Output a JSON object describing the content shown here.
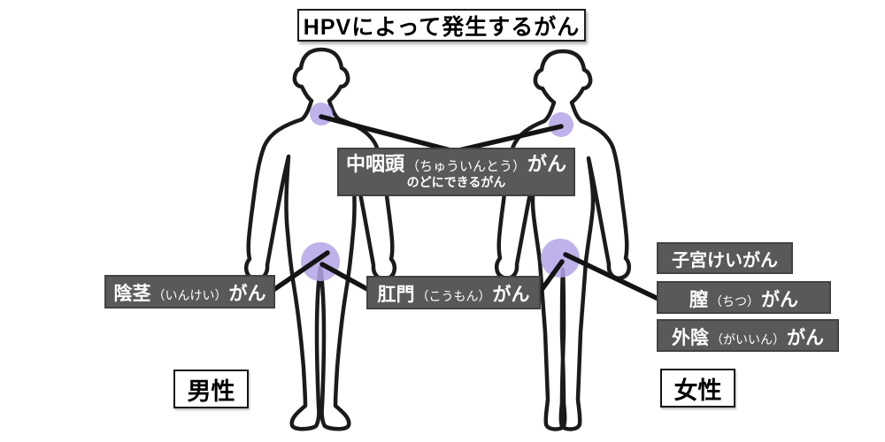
{
  "title": "HPVによって発生するがん",
  "figures": {
    "male": {
      "caption": "男性"
    },
    "female": {
      "caption": "女性"
    }
  },
  "labels": {
    "oropharynx": {
      "main": "中咽頭",
      "reading": "（ちゅういんとう）",
      "suffix": "がん",
      "note": "のどにできるがん"
    },
    "penis": {
      "main": "陰茎",
      "reading": "（いんけい）",
      "suffix": "がん"
    },
    "anus": {
      "main": "肛門",
      "reading": "（こうもん）",
      "suffix": "がん"
    },
    "cervix": {
      "text": "子宮けいがん"
    },
    "vagina": {
      "main": "膣",
      "reading": "（ちつ）",
      "suffix": "がん"
    },
    "vulva": {
      "main": "外陰",
      "reading": "（がいいん）",
      "suffix": "がん"
    }
  },
  "colors": {
    "label_background": "#595959",
    "label_border": "#424242",
    "label_text": "#ffffff",
    "cancer_site_dot": "#b4a5e8",
    "connector_line": "#141414",
    "body_outline": "#1b1b1b"
  }
}
